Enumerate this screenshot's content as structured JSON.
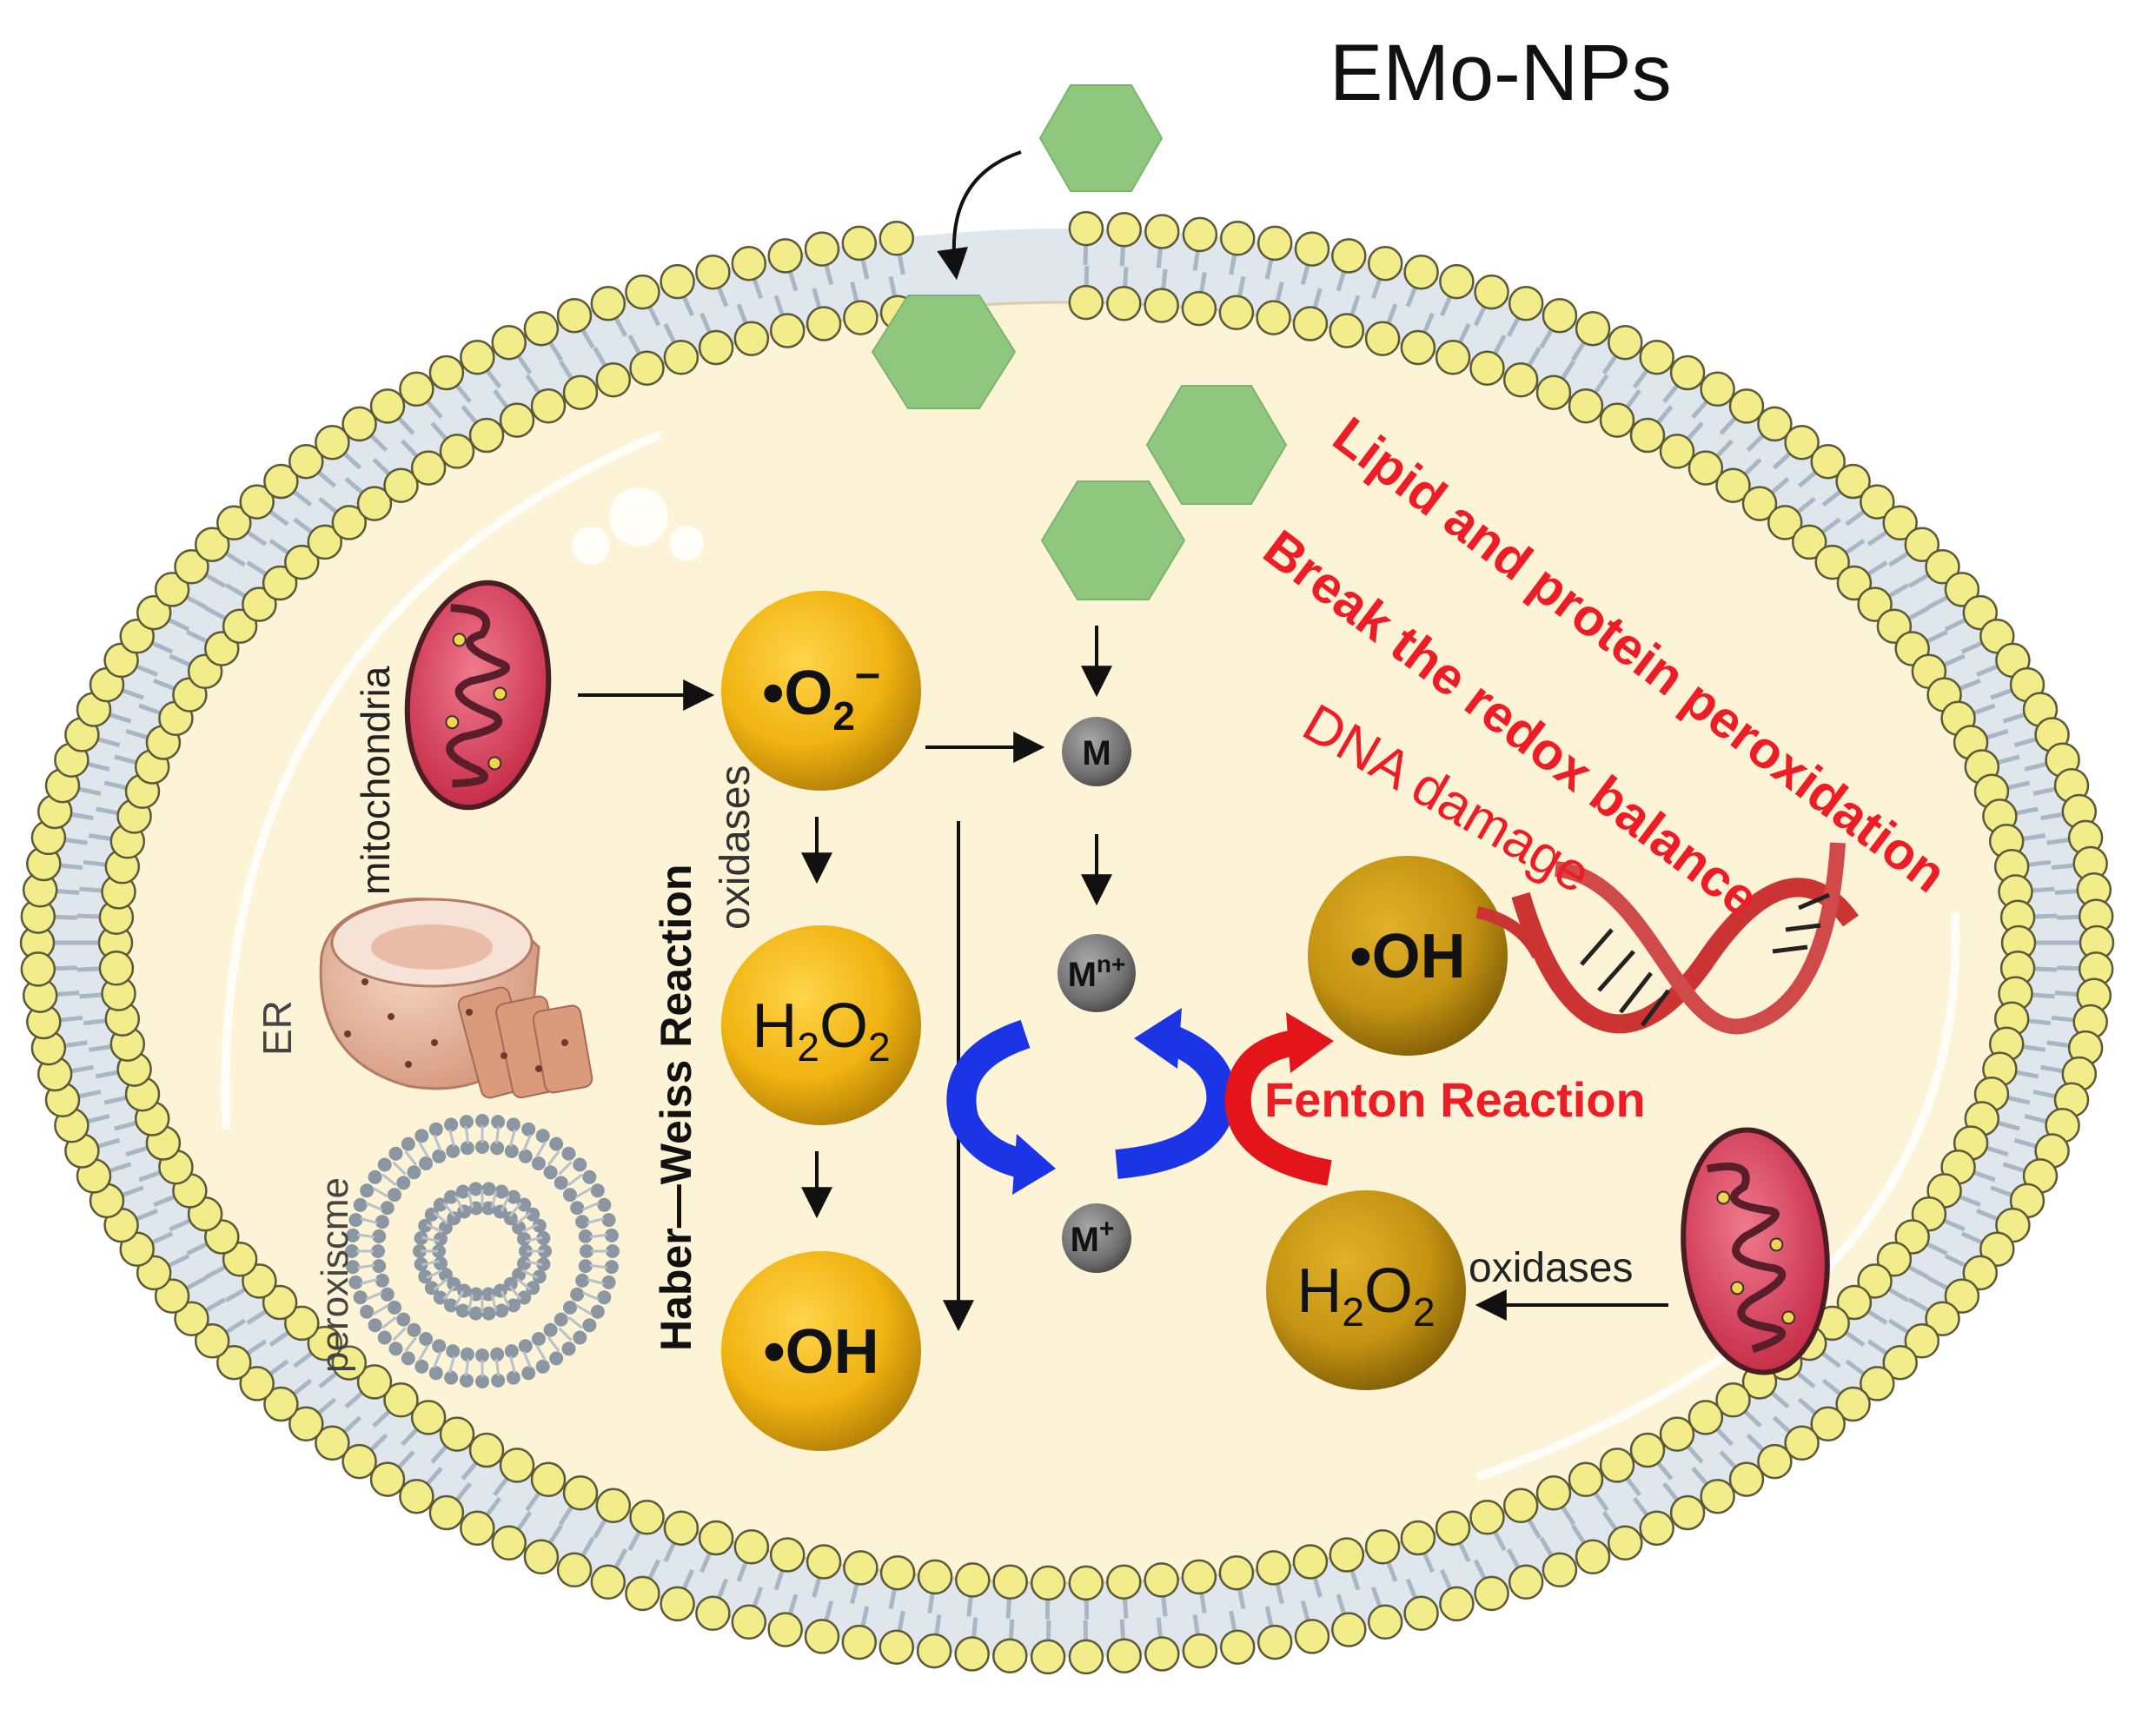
{
  "title": "EMo-NPs",
  "organelles": {
    "mitochondria_label": "mitochondria",
    "er_label": "ER",
    "peroxisome_label": "peroxiscme"
  },
  "pathway": {
    "reaction_label": "Haber—Weiss Reaction",
    "enzyme_label": "oxidases",
    "superoxide": {
      "prefix": "•O",
      "sub": "2",
      "sup": "–"
    },
    "peroxide": {
      "h": "H",
      "h_sub": "2",
      "o": "O",
      "o_sub": "2"
    },
    "hydroxyl": "•OH"
  },
  "metal_cycle": {
    "metal": "M",
    "high_state": {
      "base": "M",
      "sup": "n+"
    },
    "low_state": {
      "base": "M",
      "sup": "+"
    }
  },
  "fenton": {
    "reaction_label": "Fenton Reaction",
    "hydroxyl": "•OH",
    "peroxide": {
      "h": "H",
      "h_sub": "2",
      "o": "O",
      "o_sub": "2"
    },
    "enzyme_label": "oxidases"
  },
  "effects": [
    "Lipid and protein peroxidation",
    "Break the redox balance",
    "DNA damage"
  ],
  "colors": {
    "cytoplasm": "#fdf3d6",
    "lipid_head": "#f2ec8a",
    "lipid_tail": "#a9b7c4",
    "nanoparticle": "#8ec77d",
    "radical_ball": "#f0b311",
    "fenton_ball": "#c9980f",
    "metal_ball": "#7a7a7a",
    "cycle_arrow": "#1b35e6",
    "fenton_arrow": "#e3141a",
    "effect_text": "#ee1c25",
    "mitochondria": "#d93a55",
    "er": "#e4b39c",
    "dna": "#cc3333"
  }
}
